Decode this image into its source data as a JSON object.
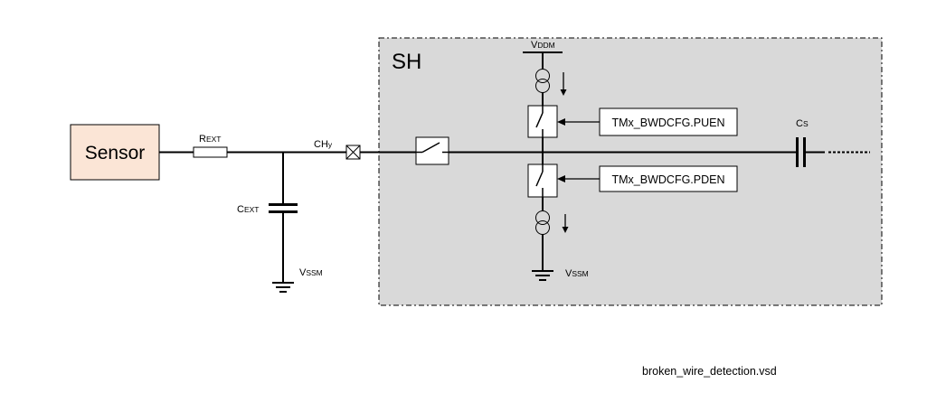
{
  "diagram": {
    "sensor_label": "Sensor",
    "sh_label": "SH",
    "rext": {
      "main": "R",
      "sub": "EXT"
    },
    "chy": {
      "main": "CH",
      "sub": "y"
    },
    "cext": {
      "main": "C",
      "sub": "EXT"
    },
    "vssm_left": {
      "main": "V",
      "sub": "SSM"
    },
    "vddm": {
      "main": "V",
      "sub": "DDM"
    },
    "vssm_right": {
      "main": "V",
      "sub": "SSM"
    },
    "cs": {
      "main": "C",
      "sub": "S"
    },
    "pu_control": "TMx_BWDCFG.PUEN",
    "pd_control": "TMx_BWDCFG.PDEN",
    "filename": "broken_wire_detection.vsd"
  },
  "colors": {
    "sensor_fill": "#fbe5d6",
    "sh_fill": "#d9d9d9",
    "stroke": "#000000"
  }
}
